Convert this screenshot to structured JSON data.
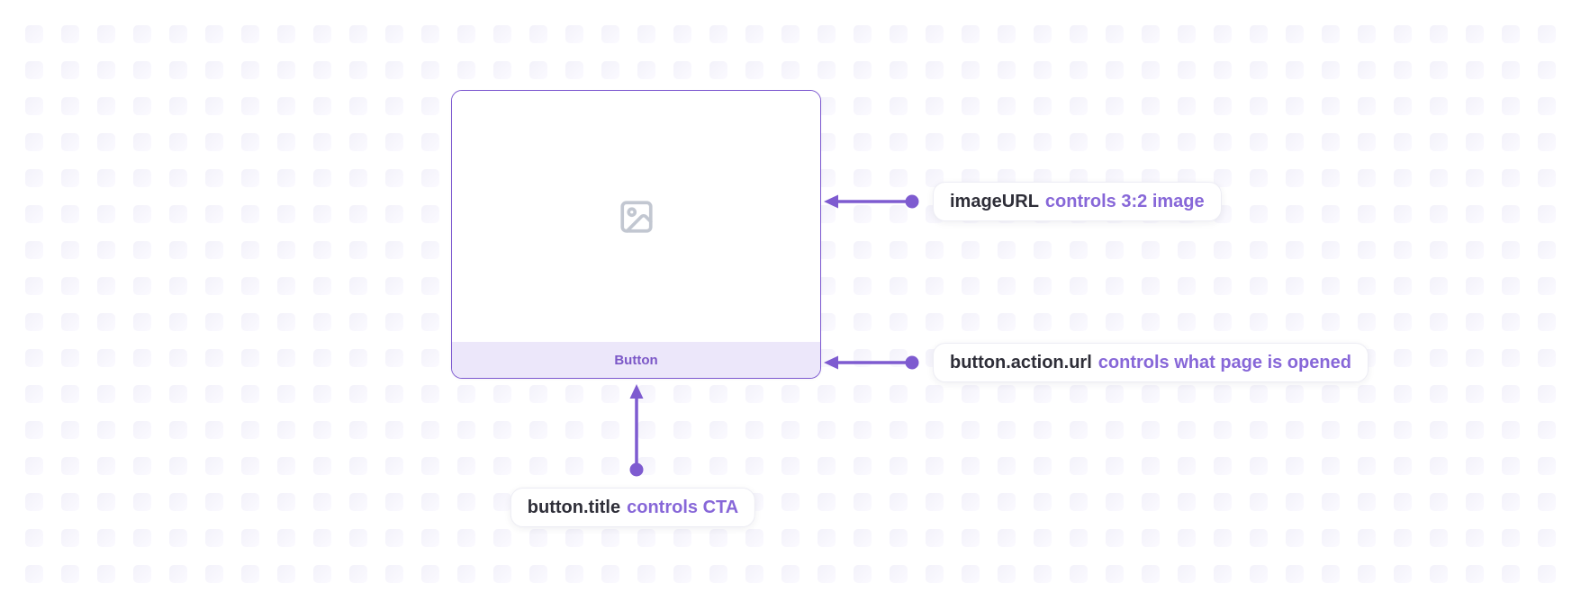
{
  "card": {
    "button_label": "Button",
    "image_placeholder_icon": "image-icon"
  },
  "annotations": {
    "image_url": {
      "property": "imageURL",
      "description": "controls 3:2 image"
    },
    "button_action_url": {
      "property": "button.action.url",
      "description": "controls what page is opened"
    },
    "button_title": {
      "property": "button.title",
      "description": "controls CTA"
    }
  },
  "colors": {
    "accent_purple": "#7e5bd0",
    "annotation_purple": "#8767d8",
    "annotation_dark": "#2e2e38",
    "card_border": "#7d59d0",
    "button_bar_bg": "#ece7fa",
    "button_text": "#7b57c7",
    "icon_gray": "#c2c7d1",
    "grid_square": "#f6f5fc",
    "background": "#ffffff"
  }
}
